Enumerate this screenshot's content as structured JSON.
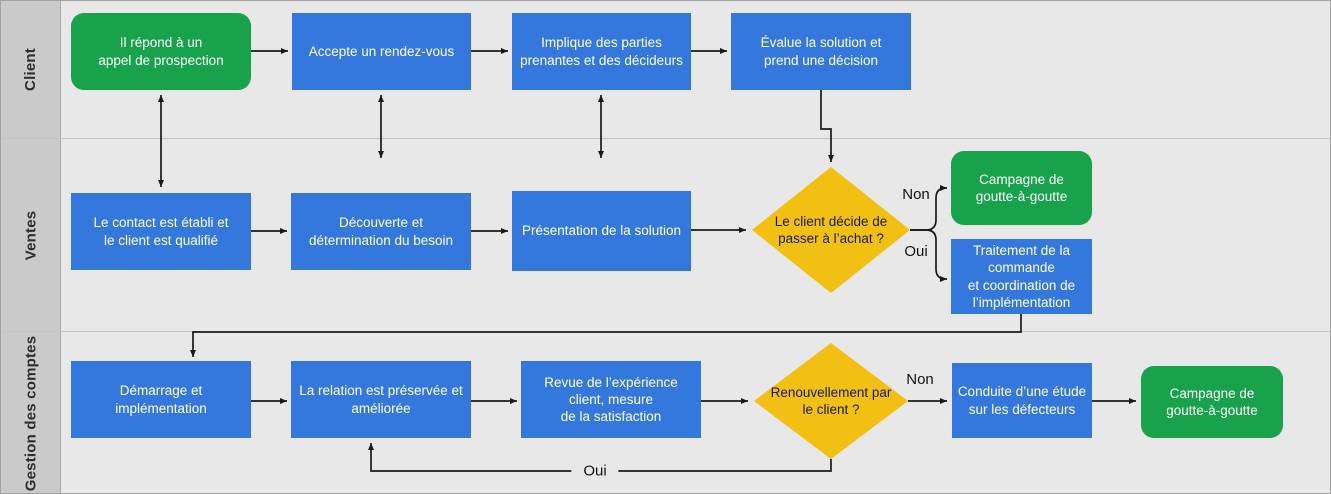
{
  "colors": {
    "blue": "#3578dd",
    "green": "#17a24b",
    "yellow": "#f1c013",
    "canvas": "#e8e8e8",
    "lane-header": "#cacaca",
    "line": "#1a1a1a"
  },
  "lanes": [
    {
      "label": "Client"
    },
    {
      "label": "Ventes"
    },
    {
      "label": "Gestion des comptes"
    }
  ],
  "nodes": {
    "repond_appel": {
      "label": "Il répond à un\nappel de prospection"
    },
    "accepte_rdv": {
      "label": "Accepte un rendez-vous"
    },
    "implique_parties": {
      "label": "Implique des parties\nprenantes et des décideurs"
    },
    "evalue_solution": {
      "label": "Évalue la solution et\nprend une décision"
    },
    "contact_etabli": {
      "label": "Le contact est établi et\nle client est qualifié"
    },
    "decouverte": {
      "label": "Découverte et\ndétermination du besoin"
    },
    "presentation": {
      "label": "Présentation de la solution"
    },
    "decision_achat": {
      "label": "Le client décide de\npasser à l’achat ?"
    },
    "campagne_goutte_1": {
      "label": "Campagne de\ngoutte-à-goutte"
    },
    "traitement_commande": {
      "label": "Traitement de la\ncommande\net coordination de\nl’implémentation"
    },
    "demarrage": {
      "label": "Démarrage et\nimplémentation"
    },
    "relation_preservee": {
      "label": "La relation est préservée et\naméliorée"
    },
    "revue_experience": {
      "label": "Revue de l’expérience\nclient, mesure\nde la satisfaction"
    },
    "decision_renouvellement": {
      "label": "Renouvellement par\nle client ?"
    },
    "conduite_etude": {
      "label": "Conduite d’une étude\nsur les défecteurs"
    },
    "campagne_goutte_2": {
      "label": "Campagne de\ngoutte-à-goutte"
    }
  },
  "edge_labels": {
    "achat_non": "Non",
    "achat_oui": "Oui",
    "renouvellement_non": "Non",
    "renouvellement_oui": "Oui"
  }
}
